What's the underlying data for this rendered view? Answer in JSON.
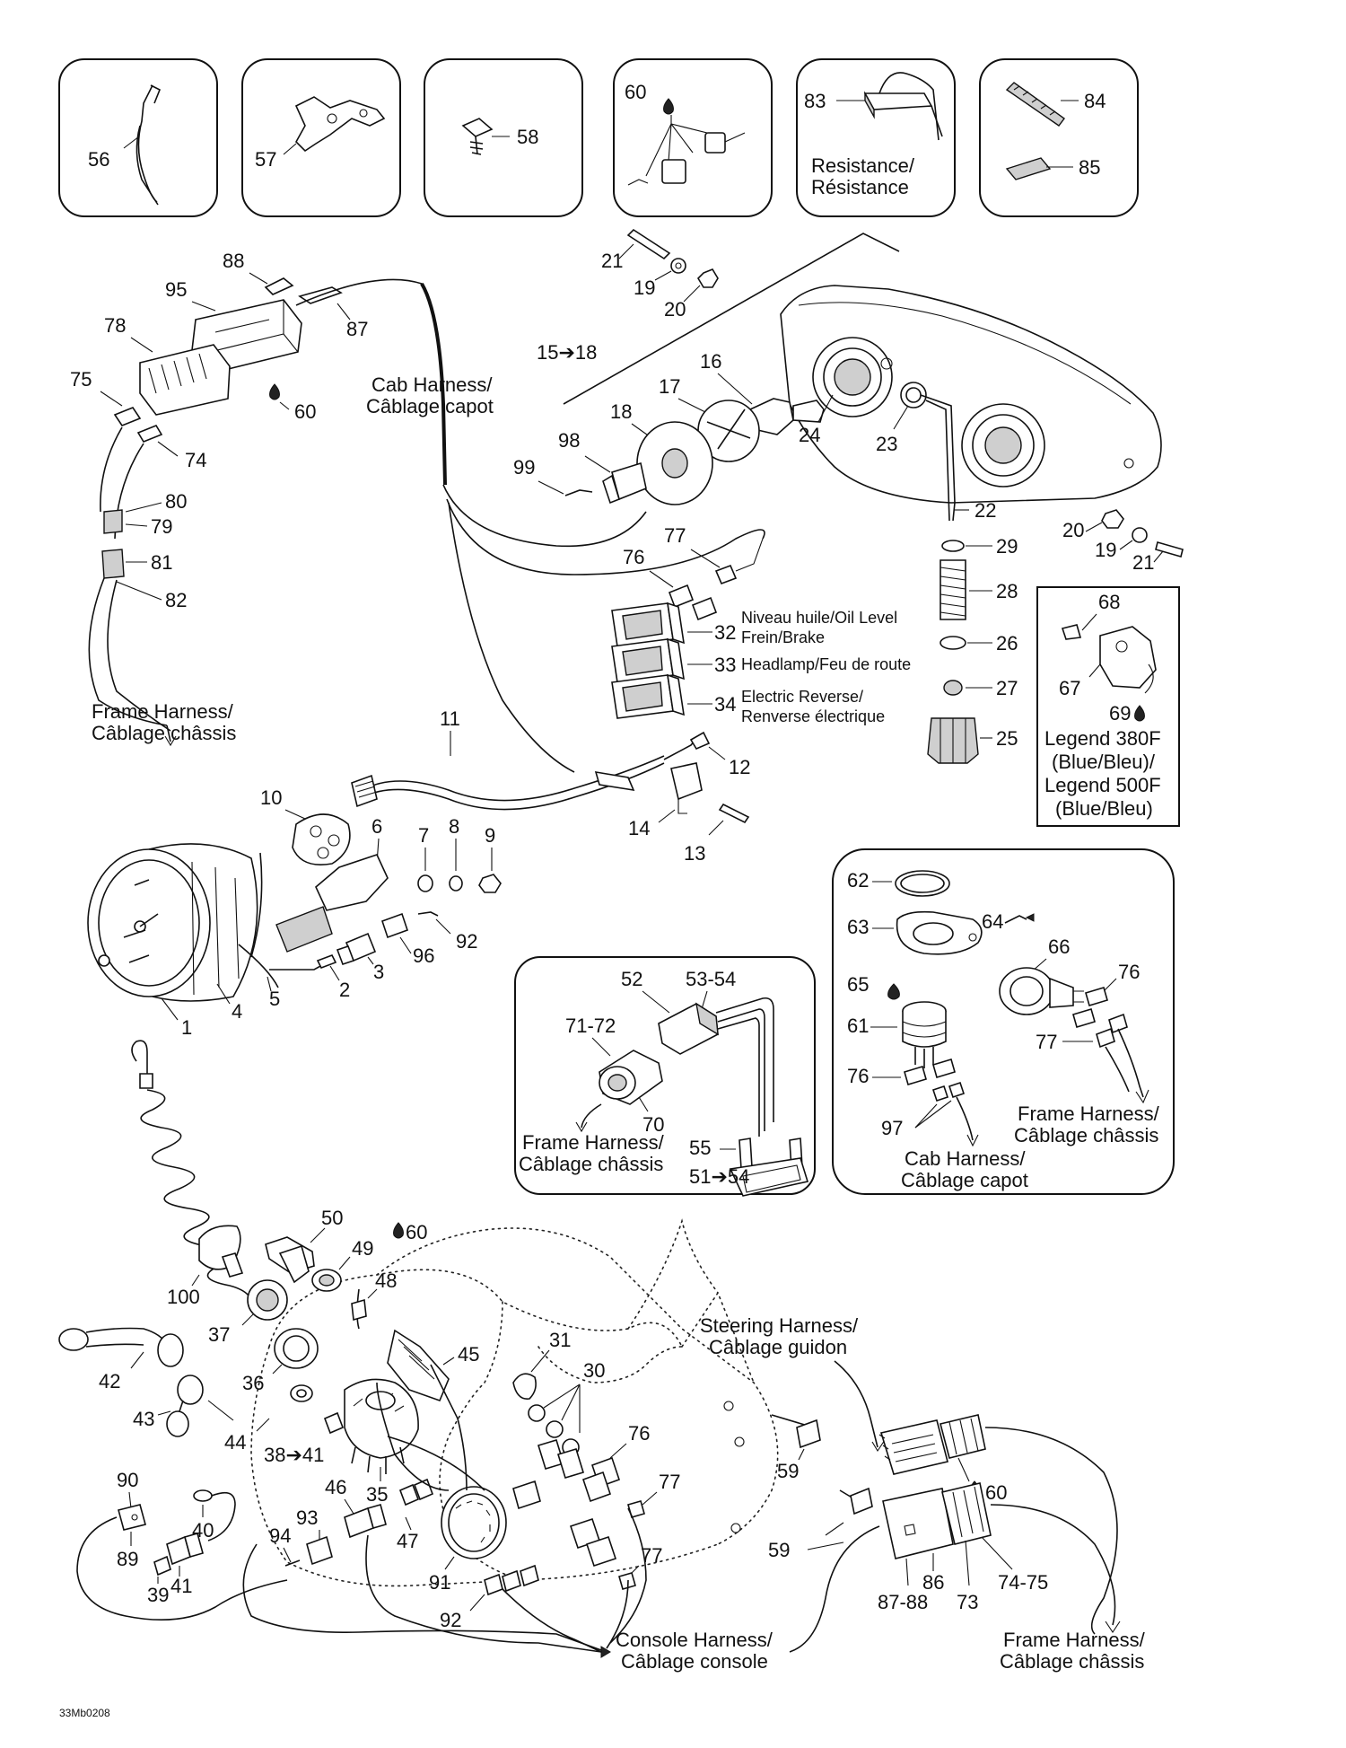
{
  "top_boxes": {
    "b1": "56",
    "b2": "57",
    "b3": "58",
    "b4": "60",
    "b5_num": "83",
    "b5_text1": "Resistance/",
    "b5_text2": "Résistance",
    "b6_a": "84",
    "b6_b": "85"
  },
  "headlamp": {
    "n21a": "21",
    "n19a": "19",
    "n20a": "20",
    "n15_18": "15➔18",
    "n16": "16",
    "n17": "17",
    "n18": "18",
    "n98": "98",
    "n99": "99",
    "n24": "24",
    "n23": "23",
    "n22": "22",
    "n20b": "20",
    "n19b": "19",
    "n21b": "21",
    "n29": "29",
    "n28": "28",
    "n26": "26",
    "n27": "27",
    "n25": "25"
  },
  "legend_box": {
    "n68": "68",
    "n67": "67",
    "n69": "69",
    "line1": "Legend 380F",
    "line2": "(Blue/Bleu)/",
    "line3": "Legend 500F",
    "line4": "(Blue/Bleu)"
  },
  "harness_top": {
    "n88": "88",
    "n95": "95",
    "n87": "87",
    "n78": "78",
    "n75": "75",
    "n60": "60",
    "n74": "74",
    "n80": "80",
    "n79": "79",
    "n81": "81",
    "n82": "82",
    "cab1": "Cab Harness/",
    "cab2": "Câblage capot",
    "frame1": "Frame Harness/",
    "frame2": "Câblage châssis"
  },
  "switches": {
    "n77": "77",
    "n76": "76",
    "n32": "32",
    "t32a": "Niveau huile/Oil Level",
    "t32b": "Frein/Brake",
    "n33": "33",
    "t33": "Headlamp/Feu de route",
    "n34": "34",
    "t34a": "Electric Reverse/",
    "t34b": "Renverse électrique"
  },
  "gauge": {
    "n11": "11",
    "n12": "12",
    "n14": "14",
    "n13": "13",
    "n10": "10",
    "n6": "6",
    "n7": "7",
    "n8": "8",
    "n9": "9",
    "n1": "1",
    "n4": "4",
    "n5": "5",
    "n2": "2",
    "n3": "3",
    "n96": "96",
    "n92": "92"
  },
  "box_mid": {
    "n52": "52",
    "n53_54": "53-54",
    "n71_72": "71-72",
    "n70": "70",
    "n55": "55",
    "n51_54": "51➔54",
    "frame1": "Frame Harness/",
    "frame2": "Câblage châssis"
  },
  "box_right": {
    "n62": "62",
    "n63": "63",
    "n64": "64",
    "n65": "65",
    "n66": "66",
    "n61": "61",
    "n76a": "76",
    "n77": "77",
    "n76b": "76",
    "n97": "97",
    "frame1": "Frame Harness/",
    "frame2": "Câblage châssis",
    "cab1": "Cab Harness/",
    "cab2": "Câblage capot"
  },
  "bottom": {
    "n50": "50",
    "n49": "49",
    "n60a": "60",
    "n48": "48",
    "n100": "100",
    "n37": "37",
    "n36": "36",
    "n45": "45",
    "n42": "42",
    "n43": "43",
    "n44": "44",
    "n38_41": "38➔41",
    "n35": "35",
    "n31": "31",
    "n30": "30",
    "n76": "76",
    "n77a": "77",
    "n77b": "77",
    "n90": "90",
    "n89": "89",
    "n40": "40",
    "n46": "46",
    "n93": "93",
    "n94": "94",
    "n47": "47",
    "n91": "91",
    "n39": "39",
    "n41": "41",
    "n92": "92",
    "steer1": "Steering Harness/",
    "steer2": "Câblage guidon",
    "n59a": "59",
    "n59b": "59",
    "n60b": "60",
    "n87_88": "87-88",
    "n86": "86",
    "n73": "73",
    "n74_75": "74-75",
    "console1": "Console Harness/",
    "console2": "Câblage console",
    "frame1": "Frame Harness/",
    "frame2": "Câblage châssis"
  },
  "figure_code": "33Mb0208"
}
